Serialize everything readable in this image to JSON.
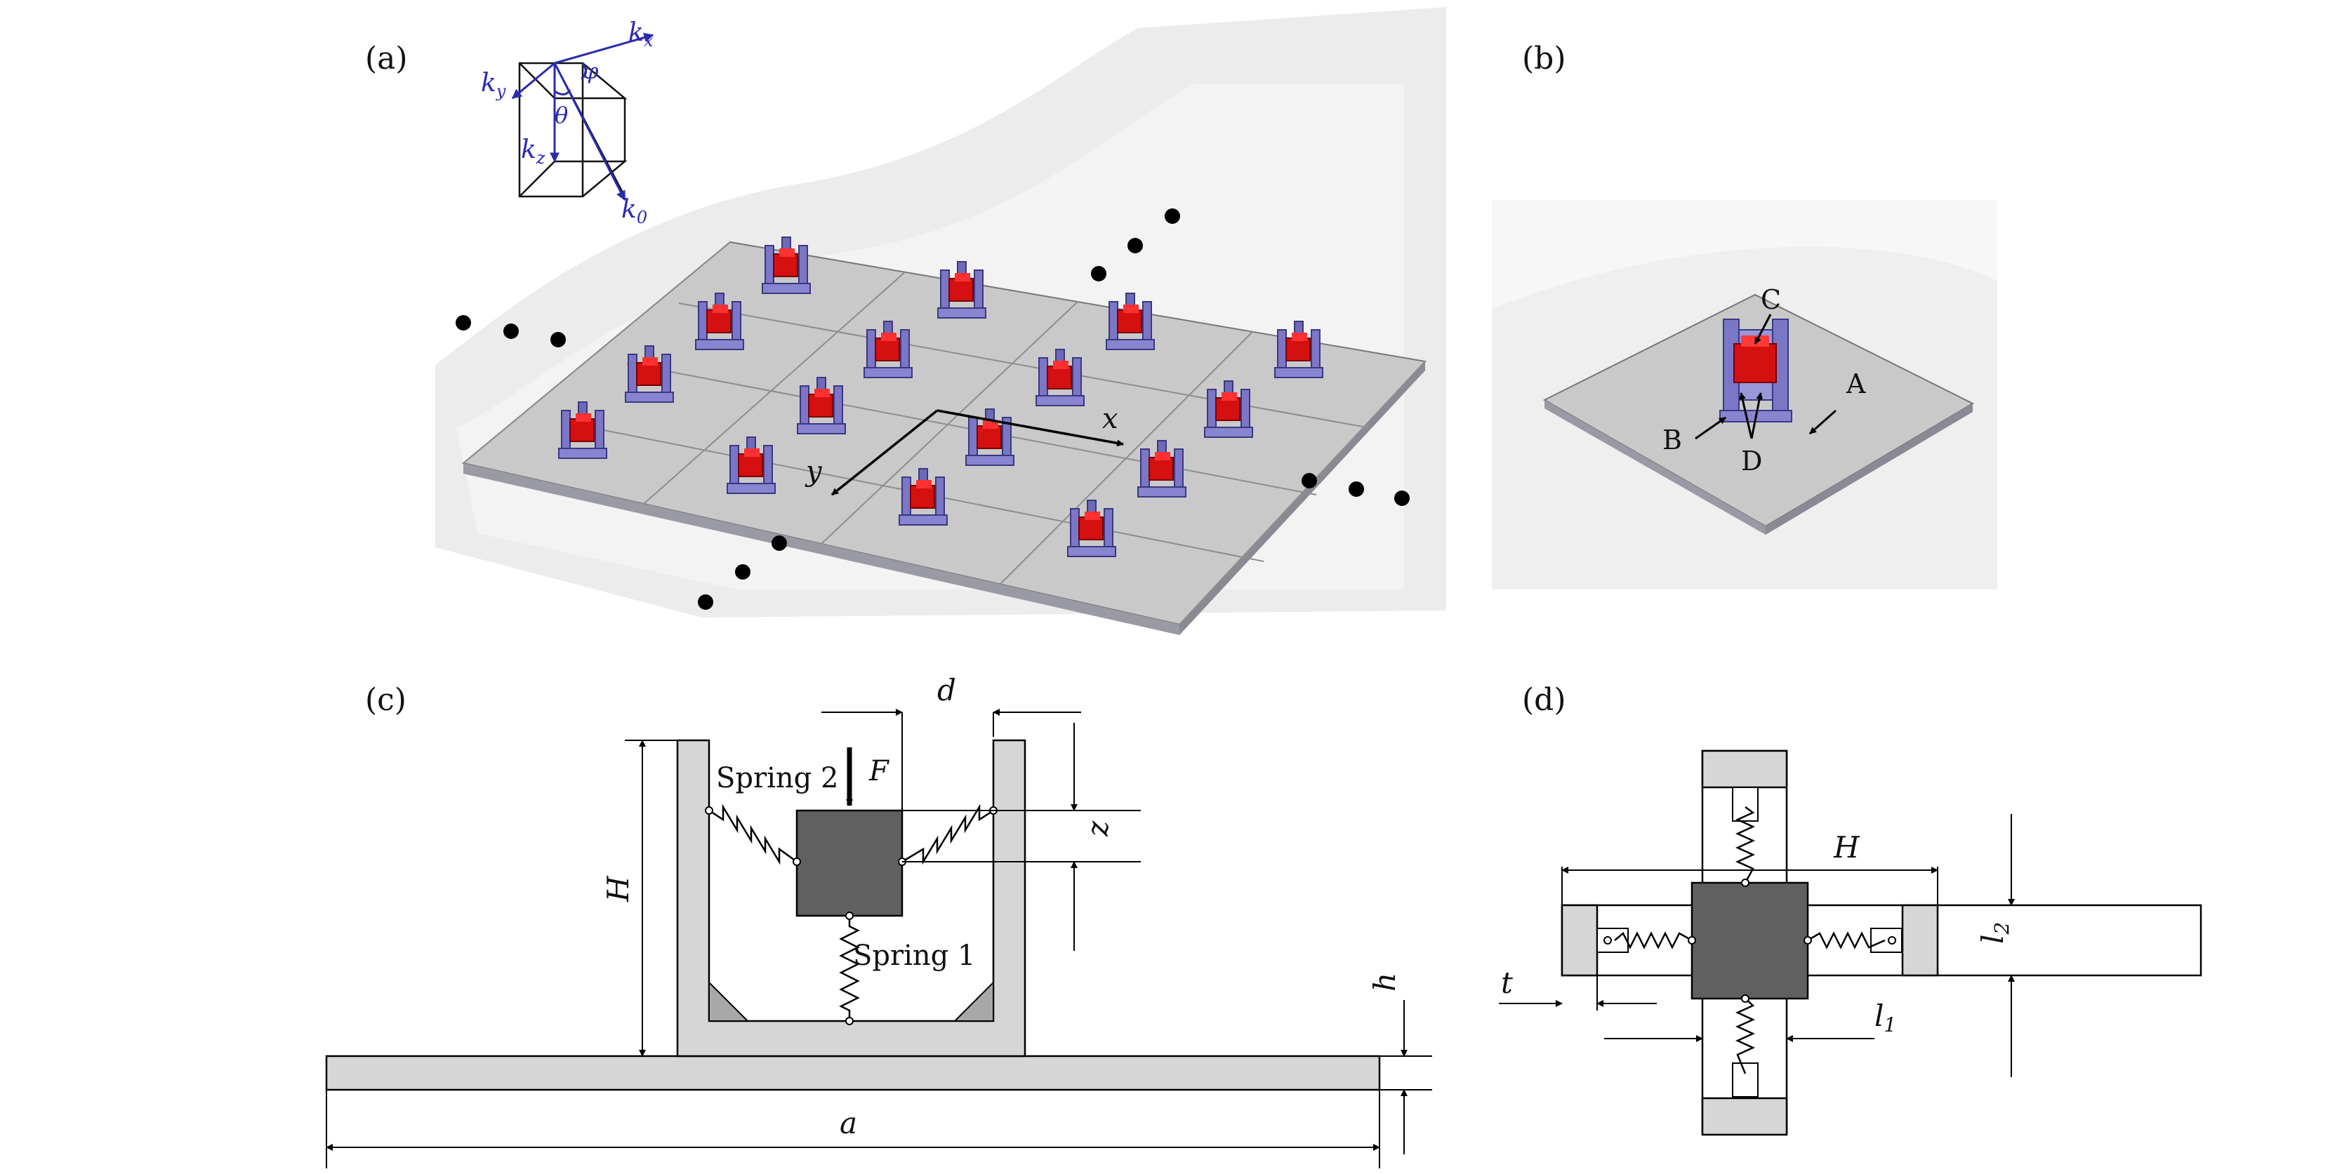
{
  "panels": {
    "a": {
      "label": "(a)",
      "axes": {
        "x": "x",
        "y": "y"
      },
      "wave": {
        "kx": "k",
        "kx_sub": "x",
        "ky": "k",
        "ky_sub": "y",
        "kz": "k",
        "kz_sub": "z",
        "k0": "k",
        "k0_sub": "0",
        "phi": "φ",
        "theta": "θ"
      }
    },
    "b": {
      "label": "(b)",
      "parts": {
        "A": "A",
        "B": "B",
        "C": "C",
        "D": "D"
      }
    },
    "c": {
      "label": "(c)",
      "spring1": "Spring 1",
      "spring2": "Spring 2",
      "force": "F",
      "dim_d": "d",
      "dim_z": "z",
      "dim_H": "H",
      "dim_h": "h",
      "dim_a": "a"
    },
    "d": {
      "label": "(d)",
      "dim_H": "H",
      "dim_t": "t",
      "dim_l1": "l",
      "dim_l1_sub": "1",
      "dim_l2": "l",
      "dim_l2_sub": "2"
    }
  },
  "colors": {
    "plate": "#c8c8c8",
    "plate_edge": "#8a8a95",
    "frame": "#7b77c6",
    "mass": "#d41010",
    "block": "#606060",
    "light": "#d6d6d6",
    "vector": "#2b2bb0"
  }
}
